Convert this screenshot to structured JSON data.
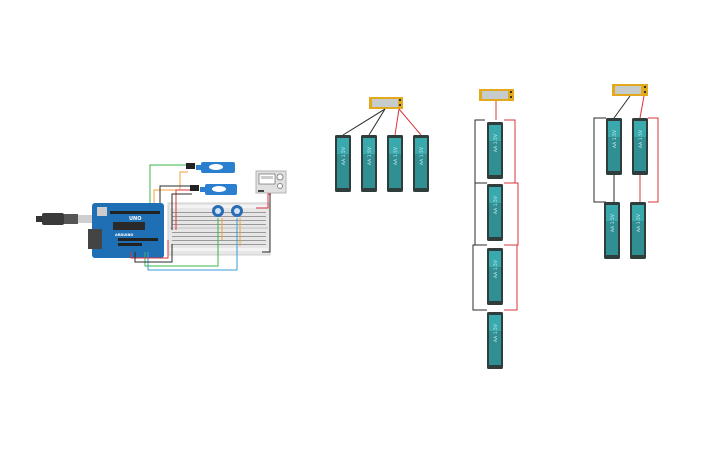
{
  "canvas": {
    "background": "#ffffff"
  },
  "colors": {
    "battery_body": "#2f3d3d",
    "battery_cap": "#3aa9ad",
    "battery_label": "#3aa9ad",
    "wire_red": "#d9343b",
    "wire_black": "#2b2b2b",
    "wire_green": "#39b54a",
    "wire_orange": "#f2a03a",
    "wire_blue": "#3a9bd9",
    "motor_board": "#e3a91c",
    "arduino_blue": "#1f6fb5",
    "breadboard": "#e6e6e6",
    "servo_blue": "#2a7fcf"
  },
  "battery": {
    "label": "AA 1.5V"
  },
  "arduino": {
    "brand": "UNO",
    "logo_text": "ARDUINO"
  },
  "components": {
    "arduino_board": "arduino-uno",
    "breadboard": "breadboard-small",
    "servo_1": "micro-servo",
    "servo_2": "micro-servo",
    "lcd": "display-module",
    "pot_1": "potentiometer",
    "pot_2": "potentiometer",
    "usb_cable": "usb-cable"
  },
  "groups": [
    {
      "name": "parallel-group",
      "battery_count": 4
    },
    {
      "name": "series-chain",
      "battery_count": 4
    },
    {
      "name": "series-parallel-group",
      "battery_count": 4
    }
  ]
}
